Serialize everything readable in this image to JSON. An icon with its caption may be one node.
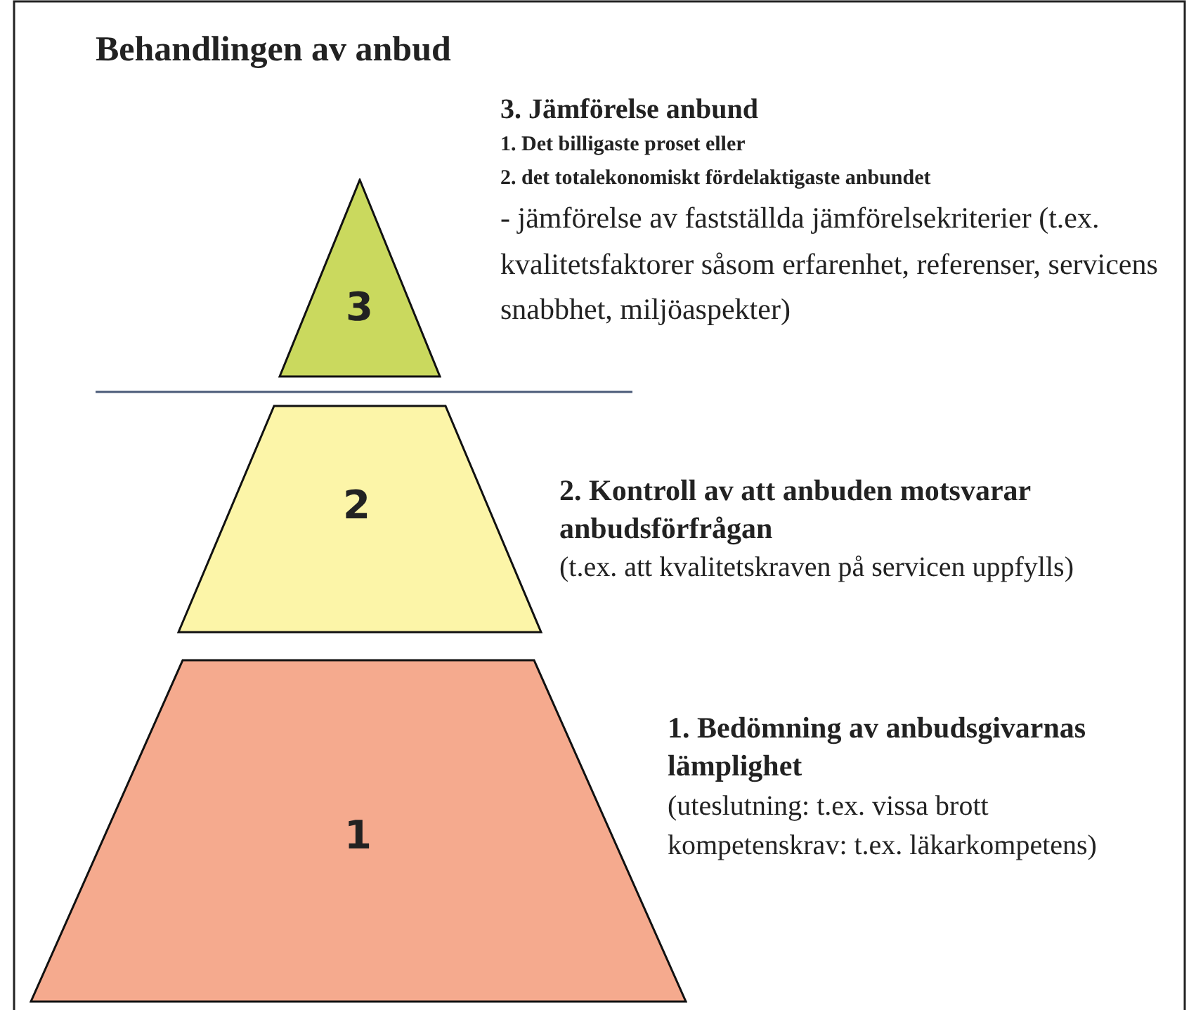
{
  "diagram": {
    "title": "Behandlingen av anbud",
    "nodes": [
      {
        "text": [
          "3"
        ],
        "beside": [
          "3. Jämförelse anbund",
          "1. Det billigaste proset eller",
          "2. det totalekonomiskt fördelaktigaste anbundet",
          "- jämförelse av fastställda jämförelsekriterier (t.ex. kvalitetsfaktorer såsom erfarenhet, referenser, servicens snabbhet, miljöaspekter)"
        ]
      },
      {
        "text": [
          "2"
        ],
        "beside": [
          "2. Kontroll av att anbuden motsvarar anbudsförfrågan",
          "(t.ex. att kvalitetskraven på servicen uppfylls)"
        ]
      },
      {
        "text": [
          "1"
        ],
        "beside": [
          "1. Bedömning av anbudsgivarnas lämplighet",
          "(uteslutning: t.ex. vissa brott kompetenskrav: t.ex. läkarkompetens)"
        ]
      }
    ]
  }
}
